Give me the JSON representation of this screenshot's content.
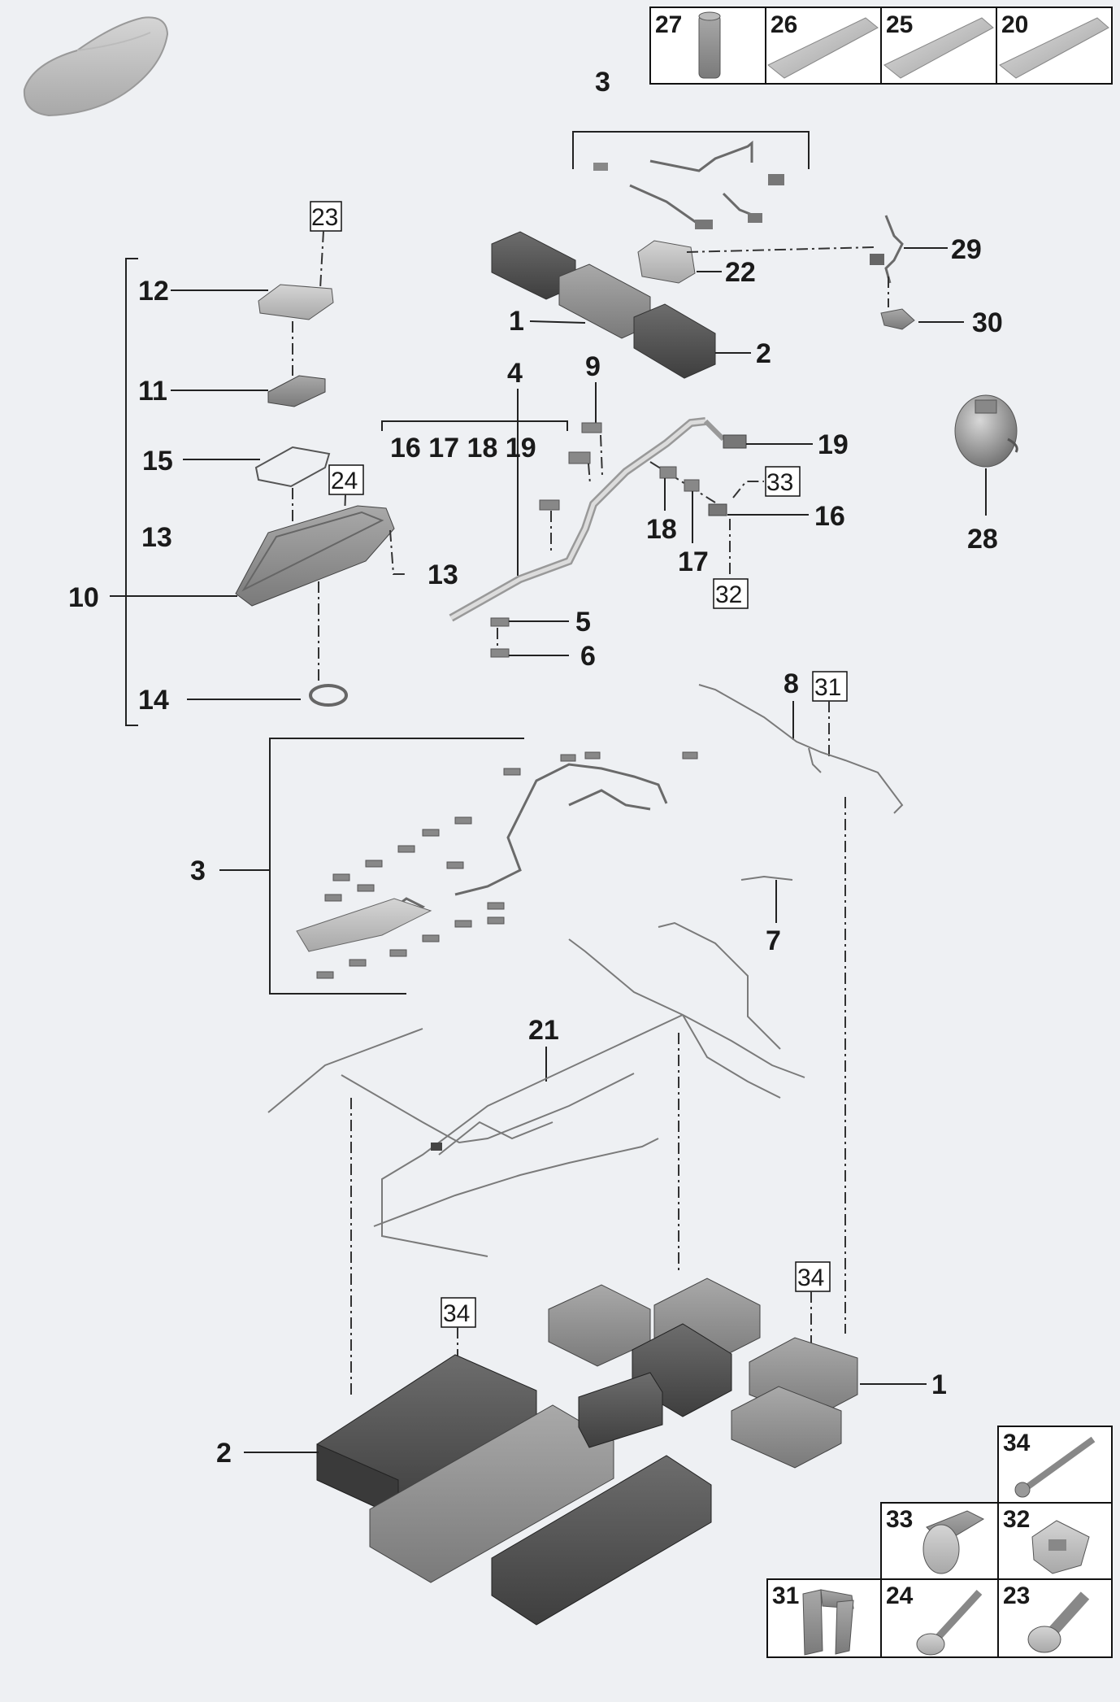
{
  "callouts": {
    "c1a": "1",
    "c2a": "2",
    "c3a": "3",
    "c4": "4",
    "c5": "5",
    "c6": "6",
    "c7": "7",
    "c8": "8",
    "c9": "9",
    "c10": "10",
    "c11": "11",
    "c12": "12",
    "c13a": "13",
    "c13b": "13",
    "c14": "14",
    "c15": "15",
    "c16group": "16 17 18  19",
    "c16": "16",
    "c17": "17",
    "c18": "18",
    "c19": "19",
    "c21": "21",
    "c22": "22",
    "c28": "28",
    "c29": "29",
    "c30": "30",
    "c3b": "3",
    "c1b": "1",
    "c2b": "2"
  },
  "boxed_refs": {
    "b23": "23",
    "b24": "24",
    "b33": "33",
    "b32": "32",
    "b31": "31",
    "b34a": "34",
    "b34b": "34"
  },
  "top_parts_table": {
    "cells": [
      "27",
      "26",
      "25",
      "20"
    ]
  },
  "bottom_parts_table": {
    "cells": [
      "34",
      "33",
      "32",
      "31",
      "24",
      "23"
    ]
  }
}
